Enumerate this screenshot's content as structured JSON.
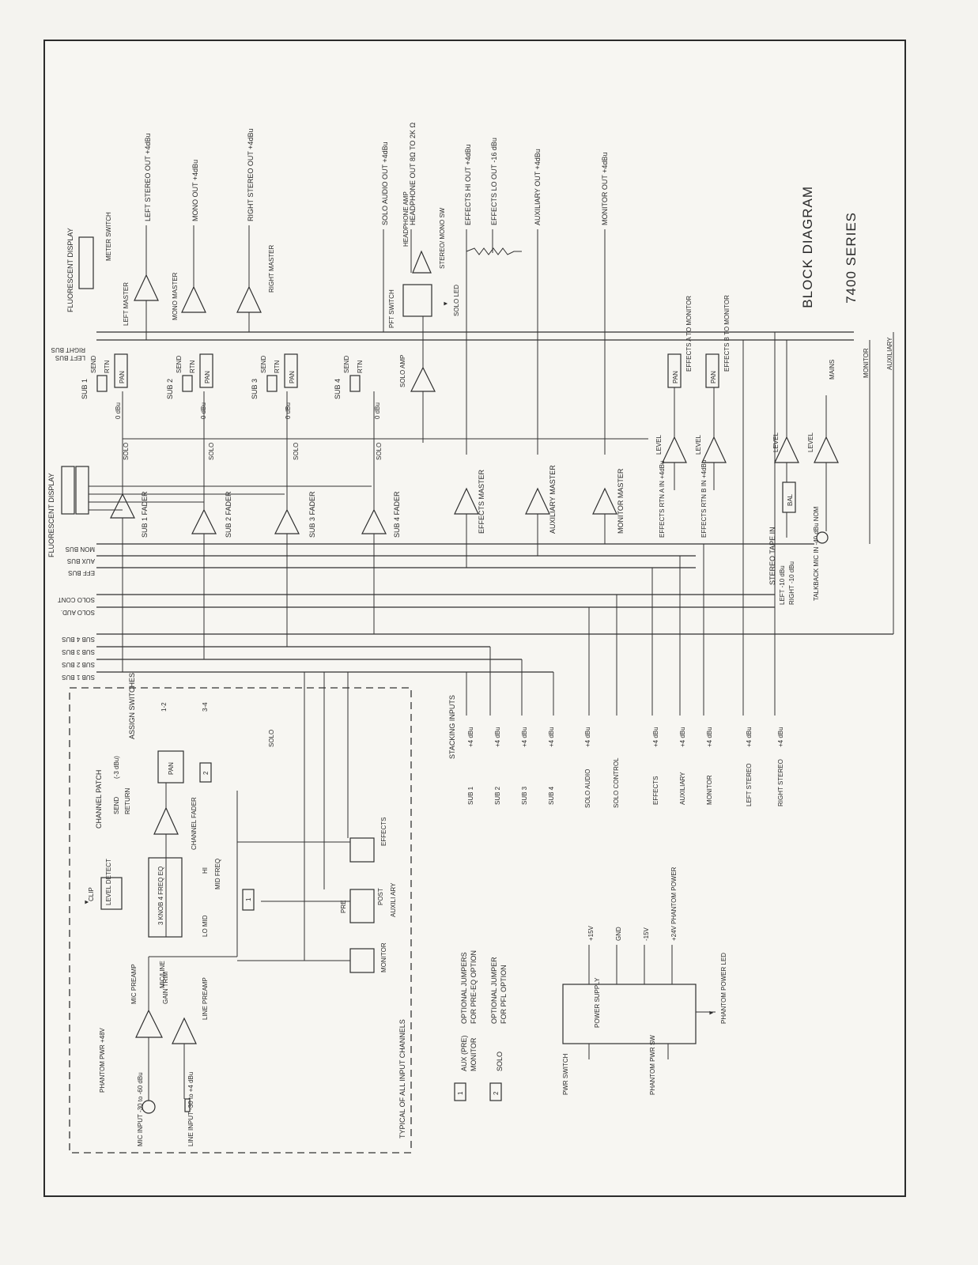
{
  "title": "BLOCK DIAGRAM",
  "series": "7400 SERIES",
  "displays": {
    "top": "FLUORESCENT DISPLAY",
    "left": "FLUORESCENT DISPLAY",
    "meter_switch": "METER SWITCH"
  },
  "outputs": [
    "LEFT STEREO OUT +4dBu",
    "MONO OUT +4dBu",
    "RIGHT STEREO OUT +4dBu",
    "SOLO AUDIO OUT +4dBu",
    "HEADPHONE OUT 8Ω TO 2K Ω",
    "EFFECTS HI OUT +4dBu",
    "EFFECTS LO OUT -16 dBu",
    "AUXILIARY OUT +4dBu",
    "MONITOR OUT +4dBu"
  ],
  "masters": {
    "left": "LEFT MASTER",
    "mono": "MONO MASTER",
    "right": "RIGHT MASTER",
    "pft": "PFT SWITCH",
    "headphone_amp": "HEADPHONE AMP",
    "stereo_mono": "STEREO/ MONO SW",
    "solo_led": "SOLO LED",
    "solo_amp": "SOLO AMP",
    "effects": "EFFECTS MASTER",
    "auxiliary": "AUXILIARY MASTER",
    "monitor": "MONITOR MASTER"
  },
  "buses_top": [
    "RIGHT BUS",
    "LEFT BUS"
  ],
  "buses_bottom": [
    "MON BUS",
    "AUX BUS",
    "EFF BUS",
    "SOLO CONT",
    "SOLO AUD.",
    "SUB 4 BUS",
    "SUB 3 BUS",
    "SUB 2 BUS",
    "SUB 1 BUS"
  ],
  "subs": [
    {
      "name": "SUB 1",
      "fader": "SUB 1 FADER"
    },
    {
      "name": "SUB 2",
      "fader": "SUB 2 FADER"
    },
    {
      "name": "SUB 3",
      "fader": "SUB 3 FADER"
    },
    {
      "name": "SUB 4",
      "fader": "SUB 4 FADER"
    }
  ],
  "sub_labels": {
    "send": "SEND",
    "rtn": "RTN",
    "pan": "PAN",
    "level": "0 dBu",
    "solo": "SOLO"
  },
  "returns": {
    "effects_a": "EFFECTS A TO MONITOR",
    "effects_b": "EFFECTS B TO MONITOR",
    "level": "LEVEL",
    "rtn_a": "EFFECTS RTN A IN +4dBu",
    "rtn_b": "EFFECTS RTN B IN +4dBu",
    "bal": "BAL",
    "stereo_tape_in": "STEREO TAPE IN",
    "tape_left": "LEFT -10 dBu",
    "tape_right": "RIGHT -10 dBu",
    "talkback": "TALKBACK MIC IN -40 dBu NOM",
    "mains": "MAINS",
    "monitor": "MONITOR",
    "auxiliary": "AUXILIARY"
  },
  "stacking": {
    "title": "STACKING INPUTS",
    "inputs": [
      {
        "name": "SUB 1",
        "level": "+4 dBu"
      },
      {
        "name": "SUB 2",
        "level": "+4 dBu"
      },
      {
        "name": "SUB 3",
        "level": "+4 dBu"
      },
      {
        "name": "SUB 4",
        "level": "+4 dBu"
      },
      {
        "name": "SOLO AUDIO",
        "level": "+4 dBu"
      },
      {
        "name": "SOLO CONTROL",
        "level": ""
      },
      {
        "name": "EFFECTS",
        "level": "+4 dBu"
      },
      {
        "name": "AUXILIARY",
        "level": "+4 dBu"
      },
      {
        "name": "MONITOR",
        "level": "+4 dBu"
      },
      {
        "name": "LEFT STEREO",
        "level": "+4 dBu"
      },
      {
        "name": "RIGHT STEREO",
        "level": "+4 dBu"
      }
    ]
  },
  "channel": {
    "typical": "TYPICAL OF ALL INPUT CHANNELS",
    "assign": "ASSIGN SWITCHES",
    "assign_12": "1-2",
    "assign_34": "3-4",
    "solo": "SOLO",
    "pan": "PAN",
    "patch": "CHANNEL PATCH",
    "send": "SEND",
    "send_level": "(-3 dBu)",
    "return": "RETURN",
    "fader": "CHANNEL FADER",
    "clip": "CLIP",
    "level_detect": "LEVEL DETECT",
    "eq": "3 KNOB 4 FREQ EQ",
    "hi": "HI",
    "mid_freq": "MID FREQ",
    "lo_mid": "LO MID",
    "effects": "EFFECTS",
    "pre": "PRE",
    "post": "POST",
    "auxiliary": "AUXILI ARY",
    "monitor": "MONITOR",
    "mic_preamp": "MIC PREAMP",
    "gain_trim": "GAIN TRIM",
    "mic_line": "MIC/LINE",
    "line_preamp": "LINE PREAMP",
    "phantom": "PHANTOM PWR +48V",
    "mic_input": "MIC INPUT -30 to -60 dBu",
    "line_input": "LINE INPUT -30 to +4 dBu",
    "jumper1": "1",
    "jumper2": "2"
  },
  "legend": [
    {
      "key": "1",
      "text1": "AUX (PRE)",
      "text2": "MONITOR",
      "desc1": "OPTIONAL JUMPERS",
      "desc2": "FOR PRE-EQ OPTION"
    },
    {
      "key": "2",
      "text1": "SOLO",
      "text2": "",
      "desc1": "OPTIONAL JUMPER",
      "desc2": "FOR PFL OPTION"
    }
  ],
  "power": {
    "supply": "POWER SUPPLY",
    "p15": "+15V",
    "gnd": "GND",
    "m15": "-15V",
    "p24": "+24V PHANTOM POWER",
    "pwr_switch": "PWR SWITCH",
    "phantom_sw": "PHANTOM PWR SW",
    "phantom_led": "PHANTOM POWER LED"
  }
}
